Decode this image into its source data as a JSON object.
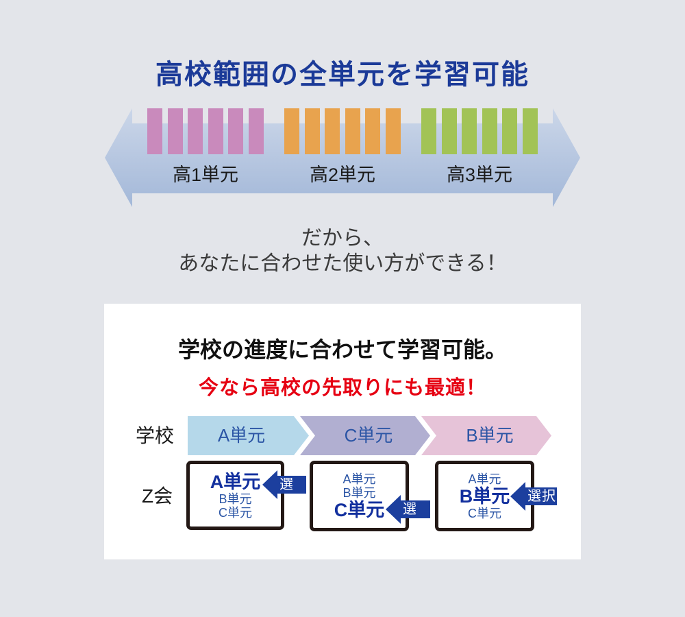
{
  "page": {
    "background": "#e3e5ea",
    "title": "高校範囲の全単元を学習可能",
    "title_color": "#1b3a98",
    "lead_line1": "だから、",
    "lead_line2": "あなたに合わせた使い方ができる！"
  },
  "timeline": {
    "arrow_gradient_top": "#ccd7e9",
    "arrow_gradient_bottom": "#a2b7d8",
    "groups": [
      {
        "label": "高1単元",
        "bar_color": "#c98abc",
        "bar_count": 6
      },
      {
        "label": "高2単元",
        "bar_color": "#e8a34e",
        "bar_count": 6
      },
      {
        "label": "高3単元",
        "bar_color": "#a2c356",
        "bar_count": 6
      }
    ]
  },
  "panel": {
    "heading": "学校の進度に合わせて学習可能。",
    "subheading": "今なら高校の先取りにも最適！",
    "subheading_color": "#e60012",
    "school": {
      "label": "学校",
      "text_color": "#2b55a5",
      "chevrons": [
        {
          "label": "A単元",
          "color": "#b5d8ea"
        },
        {
          "label": "C単元",
          "color": "#b1afd1"
        },
        {
          "label": "B単元",
          "color": "#e6c3d8"
        }
      ]
    },
    "zkai": {
      "label": "Z会",
      "select_label": "選択",
      "select_color": "#1c3f9e",
      "item_color": "#2b55a5",
      "selected_item_color": "#13309e",
      "boxes": [
        {
          "items": [
            "A単元",
            "B単元",
            "C単元"
          ],
          "selected": "A単元"
        },
        {
          "items": [
            "A単元",
            "B単元",
            "C単元"
          ],
          "selected": "C単元"
        },
        {
          "items": [
            "A単元",
            "B単元",
            "C単元"
          ],
          "selected": "B単元"
        }
      ]
    }
  }
}
